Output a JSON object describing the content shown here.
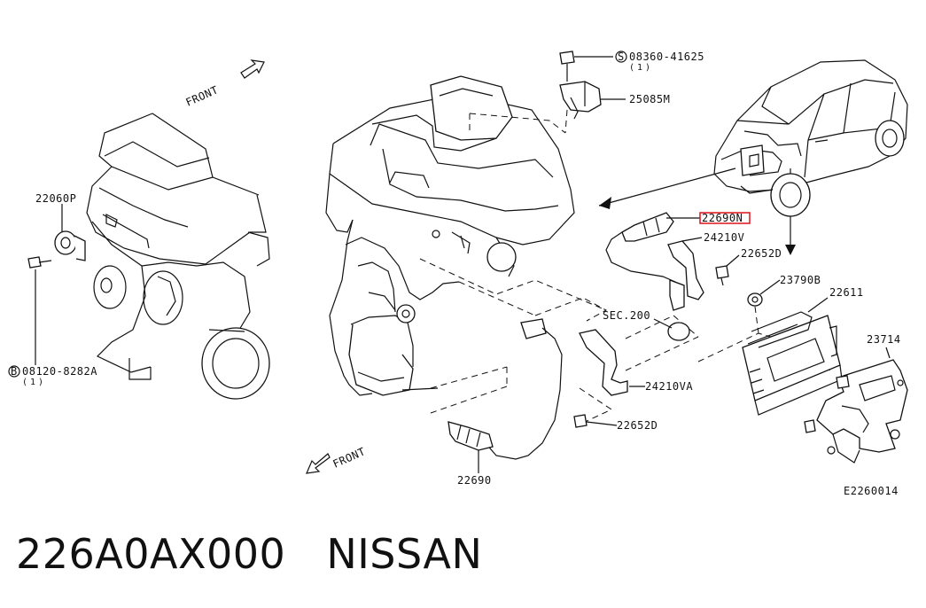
{
  "diagram": {
    "labels": {
      "bolt_top": "08360-41625",
      "bolt_top_qty": "(1)",
      "bolt_top_prefix": "S",
      "sensor_top": "25085M",
      "highlighted_part": "22690N",
      "bracket_v": "24210V",
      "bolt_d_right": "22652D",
      "grommet": "23790B",
      "ecu": "22611",
      "ecu_bracket": "23714",
      "sec": "SEC.200",
      "bracket_va": "24210VA",
      "bolt_d_bottom": "22652D",
      "o2_sensor": "22690",
      "knock_sensor": "22060P",
      "bolt_left": "08120-8282A",
      "bolt_left_qty": "(1)",
      "bolt_left_prefix": "B",
      "front_top": "FRONT",
      "front_bottom": "FRONT",
      "diagram_code": "E2260014"
    },
    "colors": {
      "line": "#111111",
      "highlight": "#e0101a"
    }
  },
  "footer": {
    "part_number": "226A0AX000",
    "brand": "NISSAN"
  }
}
